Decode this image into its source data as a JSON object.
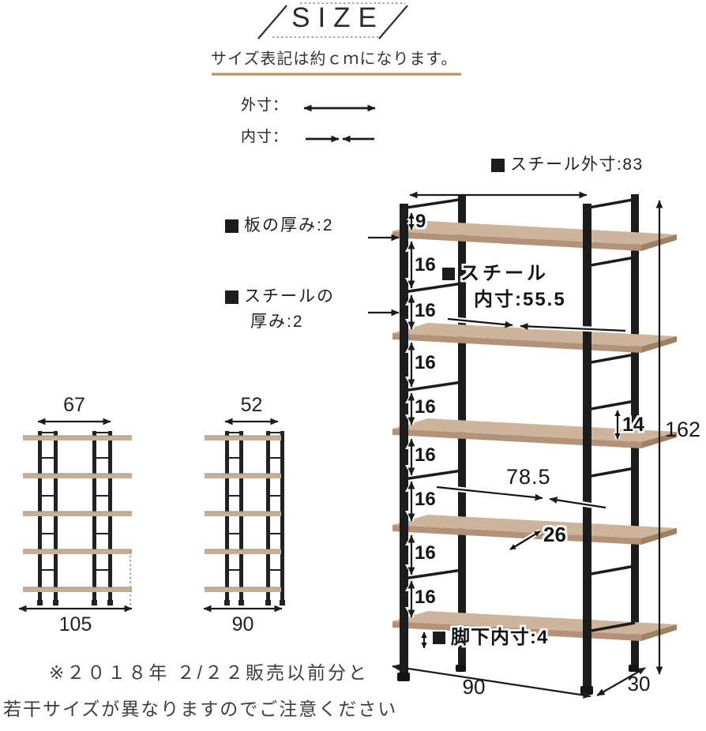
{
  "header": {
    "title": "SIZE",
    "subtitle": "サイズ表記は約ｃｍになります。",
    "legend": {
      "outer_label": "外寸：",
      "inner_label": "内寸："
    }
  },
  "main_diagram": {
    "steel_outer": "スチール外寸:83",
    "board_thickness": "板の厚み:2",
    "steel_thickness_line1": "スチールの",
    "steel_thickness_line2": "厚み:2",
    "steel_inner_line1": "スチール",
    "steel_inner_line2": "内寸:55.5",
    "leg_clearance": "脚下内寸:4",
    "top_gap": "9",
    "gaps": [
      "16",
      "16",
      "16",
      "16",
      "16",
      "16",
      "16",
      "16"
    ],
    "side_gap": "14",
    "total_height": "162",
    "inner_width": "78.5",
    "shelf_depth": "26",
    "bottom_width": "90",
    "bottom_depth": "30"
  },
  "small_diagrams": [
    {
      "top_width": "67",
      "bottom_width": "105"
    },
    {
      "top_width": "52",
      "bottom_width": "90"
    }
  ],
  "footnote": {
    "line1": "※２０１８年 ２/２２販売以前分と",
    "line2": "若干サイズが異なりますのでご注意ください"
  },
  "colors": {
    "wood_top": "#cdb49a",
    "wood_front": "#b2937a",
    "wood_end": "#9e8063",
    "steel": "#1c1c1c",
    "underline_gold": "#b5995b",
    "line": "#1b1b1b"
  }
}
